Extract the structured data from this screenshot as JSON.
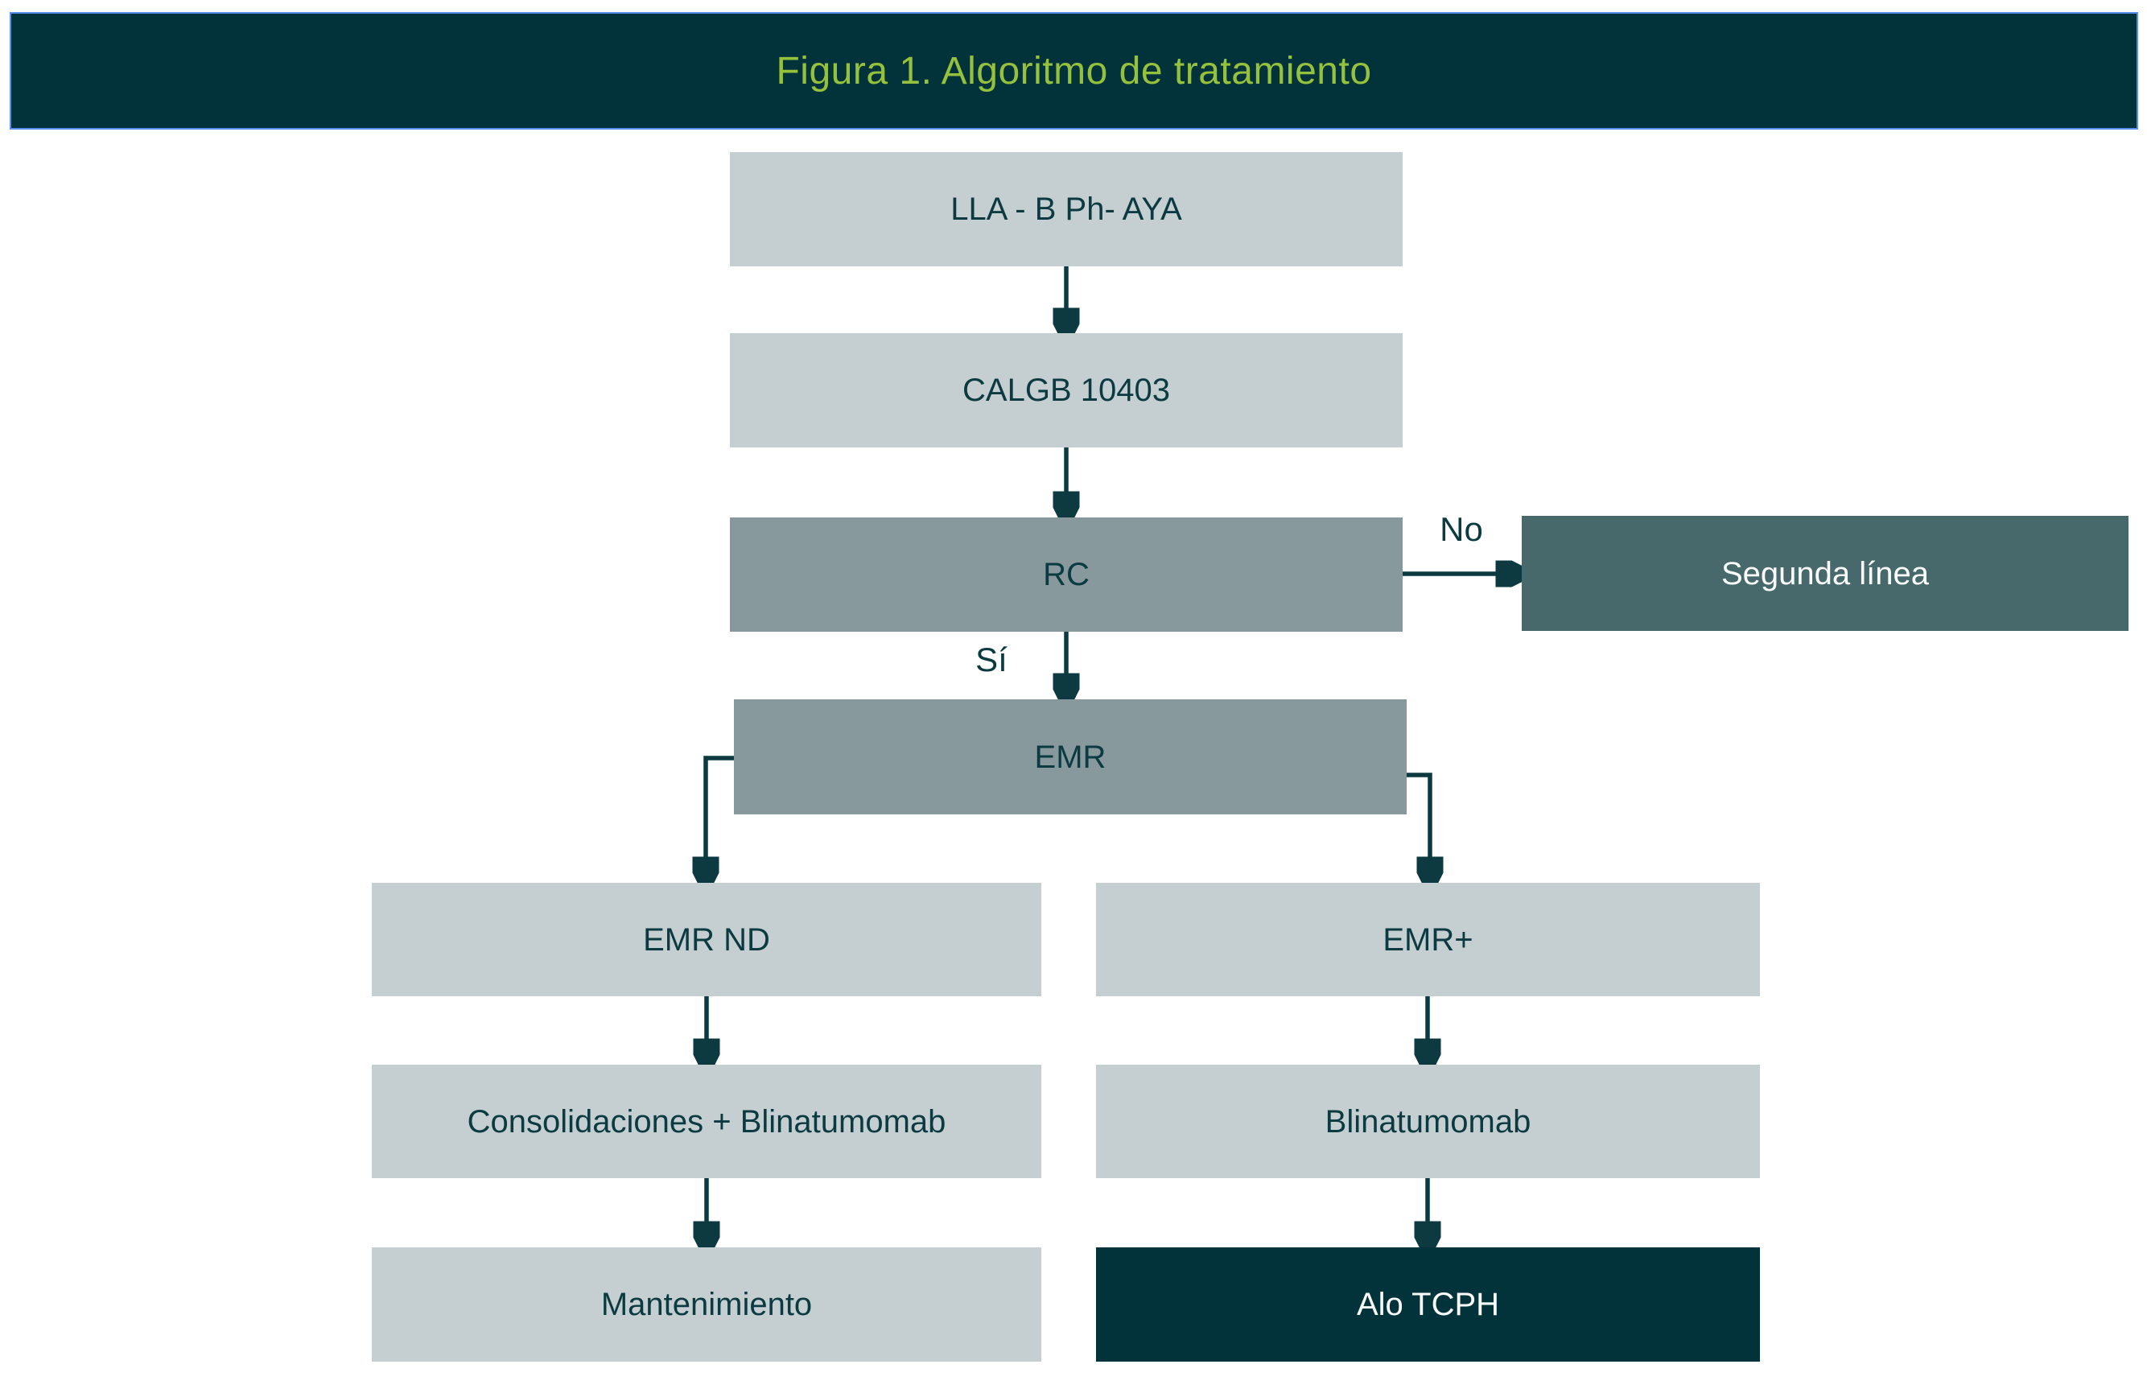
{
  "header": {
    "title": "Figura 1. Algoritmo de tratamiento"
  },
  "diagram": {
    "nodes": {
      "lla": {
        "label": "LLA - B Ph- AYA",
        "style": "light"
      },
      "calgb": {
        "label": "CALGB 10403",
        "style": "light"
      },
      "rc": {
        "label": "RC",
        "style": "medium"
      },
      "segunda": {
        "label": "Segunda línea",
        "style": "slate"
      },
      "emr": {
        "label": "EMR",
        "style": "medium"
      },
      "emr_nd": {
        "label": "EMR ND",
        "style": "light"
      },
      "emr_pos": {
        "label": "EMR+",
        "style": "light"
      },
      "consolidaciones": {
        "label": "Consolidaciones + Blinatumomab",
        "style": "light"
      },
      "blinatumomab": {
        "label": "Blinatumomab",
        "style": "light"
      },
      "mantenimiento": {
        "label": "Mantenimiento",
        "style": "light"
      },
      "alo_tcph": {
        "label": "Alo TCPH",
        "style": "dark"
      }
    },
    "edge_labels": {
      "no": "No",
      "si": "Sí"
    }
  },
  "colors": {
    "header_bg": "#03333A",
    "header_border": "#5B8CEF",
    "title_green": "#95C13D",
    "node_light": "#C5CFD1",
    "node_medium": "#87999C",
    "node_slate": "#48696C",
    "node_dark": "#03333A",
    "arrow": "#0C3A40",
    "text_dark": "#0B3B41",
    "text_light": "#FBFDFD"
  }
}
